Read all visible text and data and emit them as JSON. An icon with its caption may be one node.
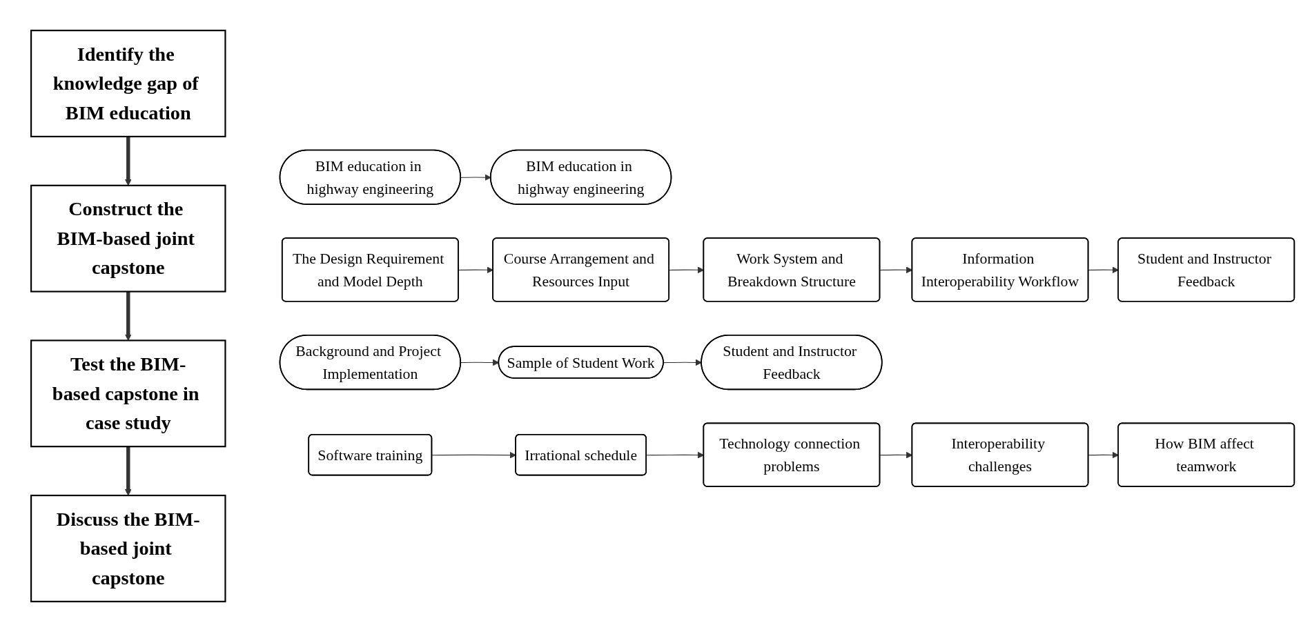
{
  "diagram": {
    "nodes": [
      {
        "text": [
          "Identify the knowledge gap of BIM education"
        ]
      },
      {
        "text": [
          "BIM education in highway engineering"
        ]
      },
      {
        "text": [
          "BIM education in highway engineering"
        ]
      },
      {
        "text": [
          "Construct the BIM-based joint capstone"
        ]
      },
      {
        "text": [
          "The Design Requirement and Model Depth"
        ]
      },
      {
        "text": [
          "Course Arrangement and Resources Input"
        ]
      },
      {
        "text": [
          "Work System and Breakdown Structure"
        ]
      },
      {
        "text": [
          "Information Interoperability Workflow"
        ]
      },
      {
        "text": [
          "Student and Instructor Feedback"
        ]
      },
      {
        "text": [
          "Test the BIM-based capstone in case study"
        ]
      },
      {
        "text": [
          "Background and Project Implementation"
        ]
      },
      {
        "text": [
          "Sample of Student Work"
        ]
      },
      {
        "text": [
          "Student and Instructor Feedback"
        ]
      },
      {
        "text": [
          "Discuss the BIM-based joint capstone"
        ]
      },
      {
        "text": [
          "Software training"
        ]
      },
      {
        "text": [
          "Irrational schedule"
        ]
      },
      {
        "text": [
          "Technology connection problems"
        ]
      },
      {
        "text": [
          "Interoperability challenges"
        ]
      },
      {
        "text": [
          "How BIM affect teamwork"
        ]
      }
    ],
    "edges": [
      {
        "from": 0,
        "to": 3,
        "arrow": "to",
        "style": "thick"
      },
      {
        "from": 1,
        "to": 2,
        "arrow": "to"
      },
      {
        "from": 3,
        "to": 9,
        "arrow": "to",
        "style": "thick"
      },
      {
        "from": 4,
        "to": 5,
        "arrow": "to"
      },
      {
        "from": 5,
        "to": 6,
        "arrow": "to"
      },
      {
        "from": 6,
        "to": 7,
        "arrow": "to"
      },
      {
        "from": 7,
        "to": 8,
        "arrow": "to"
      },
      {
        "from": 9,
        "to": 13,
        "arrow": "to",
        "style": "thick"
      },
      {
        "from": 10,
        "to": 11,
        "arrow": "to"
      },
      {
        "from": 11,
        "to": 12,
        "arrow": "to"
      },
      {
        "from": 14,
        "to": 15,
        "arrow": "to"
      },
      {
        "from": 15,
        "to": 16,
        "arrow": "to"
      },
      {
        "from": 16,
        "to": 17,
        "arrow": "to"
      },
      {
        "from": 17,
        "to": 18,
        "arrow": "to"
      }
    ]
  }
}
